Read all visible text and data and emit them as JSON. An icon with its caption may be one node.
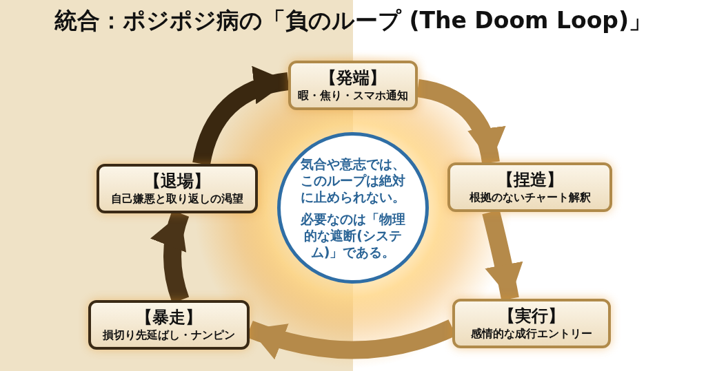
{
  "diagram": {
    "title": "統合：ポジポジ病の「負のループ (The Doom Loop)」",
    "nodes": [
      {
        "text": [
          "【発端】",
          "暇・焦り・スマホ通知"
        ]
      },
      {
        "text": [
          "【捏造】",
          "根拠のないチャート解釈"
        ]
      },
      {
        "text": [
          "【実行】",
          "感情的な成行エントリー"
        ]
      },
      {
        "text": [
          "【暴走】",
          "損切り先延ばし・ナンピン"
        ]
      },
      {
        "text": [
          "【退場】",
          "自己嫌悪と取り返しの渇望"
        ]
      },
      {
        "text": [
          "気合や意志では、このループは絶対に止められない。",
          "必要なのは「物理的な遮断(システム)」である。"
        ]
      }
    ],
    "edges": [
      {
        "from": 0,
        "to": 1,
        "arrow": "to"
      },
      {
        "from": 1,
        "to": 2,
        "arrow": "to"
      },
      {
        "from": 2,
        "to": 3,
        "arrow": "to"
      },
      {
        "from": 3,
        "to": 4,
        "arrow": "to",
        "color": "#4a3418"
      },
      {
        "from": 4,
        "to": 0,
        "arrow": "to",
        "color": "#3a2810"
      }
    ]
  }
}
